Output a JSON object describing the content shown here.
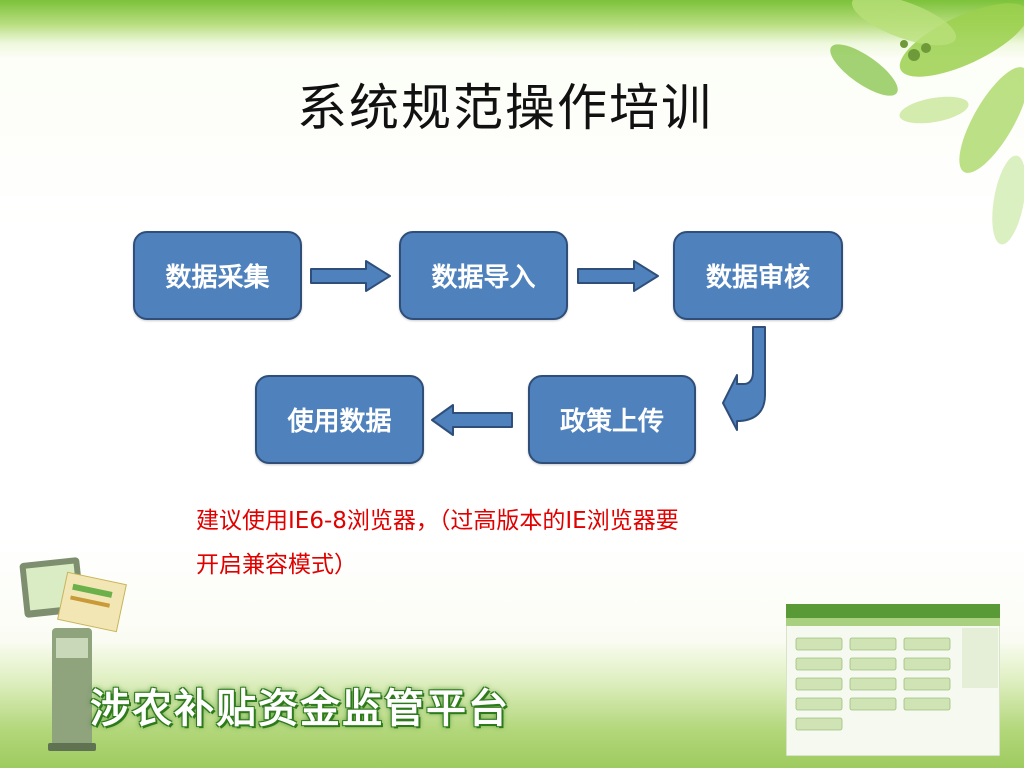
{
  "title": "系统规范操作培训",
  "flow": {
    "nodes": [
      "数据采集",
      "数据导入",
      "数据审核",
      "使用数据",
      "政策上传"
    ]
  },
  "note": {
    "line1": "建议使用IE6-8浏览器，（过高版本的IE浏览器要",
    "line2": "开启兼容模式）"
  },
  "branding": {
    "platform_name": "涉农补贴资金监管平台"
  },
  "colors": {
    "node_fill": "#4f81bd",
    "node_border": "#2f4f7a",
    "note_text": "#e00000",
    "theme_green": "#7cc23a"
  }
}
